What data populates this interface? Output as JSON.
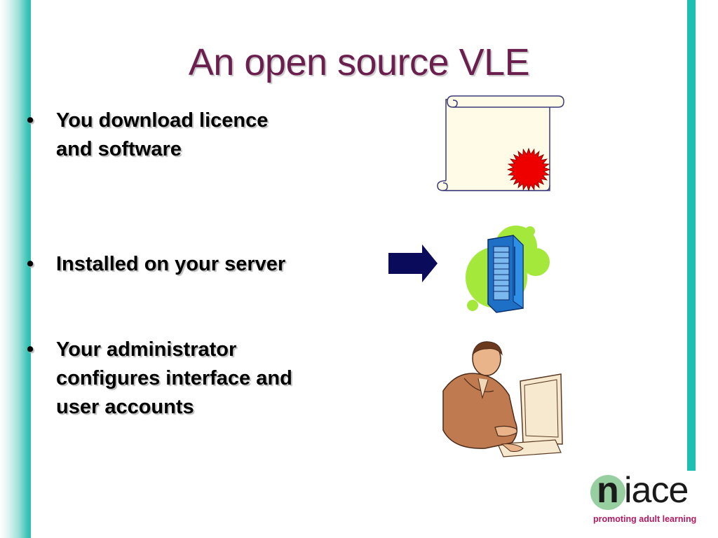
{
  "slide": {
    "title": "An open source VLE",
    "bullet_char": "•",
    "bullets": [
      {
        "lines": [
          "You download licence",
          "and software"
        ]
      },
      {
        "lines": [
          "Installed on your server"
        ]
      },
      {
        "lines": [
          "Your administrator",
          "configures interface and",
          "user accounts"
        ]
      }
    ]
  },
  "icons": {
    "licence": "certificate-scroll-icon",
    "arrow": "right-arrow-icon",
    "server": "server-icon",
    "admin": "person-at-computer-icon"
  },
  "logo": {
    "letter_n": "n",
    "rest": "iace",
    "tagline": "promoting adult learning"
  },
  "colors": {
    "title": "#6b1f4e",
    "accent_teal": "#20bfb3",
    "arrow_navy": "#0b0b5c",
    "seal_red": "#ee0000",
    "logo_tagline": "#b3195f",
    "logo_circle": "#98cfa1"
  }
}
